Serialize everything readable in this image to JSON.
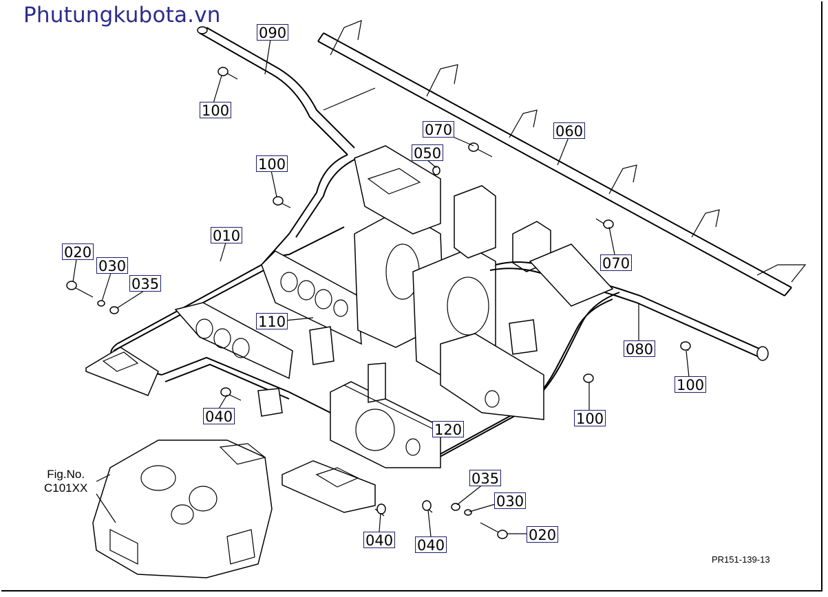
{
  "brand": "Phutungkubota.vn",
  "fig_ref": {
    "line1": "Fig.No.",
    "line2": "C101XX"
  },
  "drawing_code": "PR151-139-13",
  "callouts": {
    "c090": "090",
    "c100_top": "100",
    "c070_top": "070",
    "c060": "060",
    "c050": "050",
    "c100_mid": "100",
    "c010": "010",
    "c020_left": "020",
    "c030_left": "030",
    "c035_left": "035",
    "c070_right": "070",
    "c110": "110",
    "c080": "080",
    "c100_right": "100",
    "c040_left": "040",
    "c120": "120",
    "c100_bottom": "100",
    "c035_right": "035",
    "c030_right": "030",
    "c020_right": "020",
    "c040_mid": "040",
    "c040_right": "040"
  }
}
